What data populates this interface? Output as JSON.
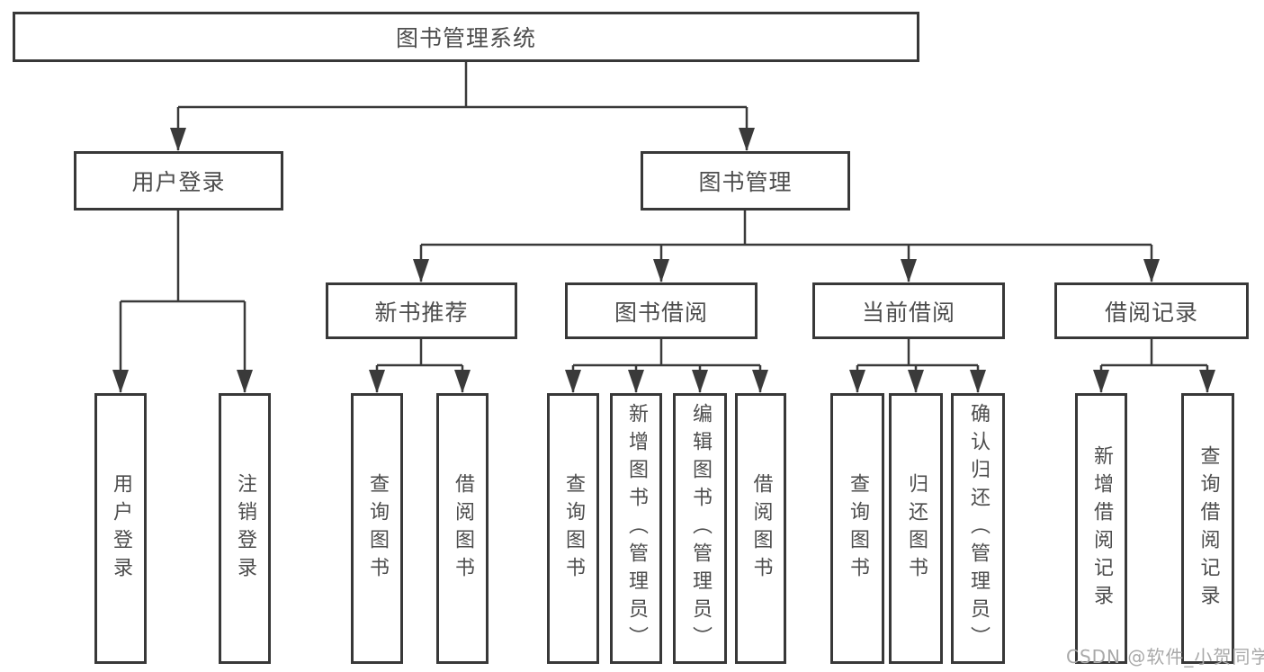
{
  "tree": {
    "label": "图书管理系统",
    "children": [
      {
        "label": "用户登录",
        "children": [
          {
            "label": "用户登录"
          },
          {
            "label": "注销登录"
          }
        ]
      },
      {
        "label": "图书管理",
        "children": [
          {
            "label": "新书推荐",
            "children": [
              {
                "label": "查询图书"
              },
              {
                "label": "借阅图书"
              }
            ]
          },
          {
            "label": "图书借阅",
            "children": [
              {
                "label": "查询图书"
              },
              {
                "label": "新增图书（管理员）"
              },
              {
                "label": "编辑图书（管理员）"
              },
              {
                "label": "借阅图书"
              }
            ]
          },
          {
            "label": "当前借阅",
            "children": [
              {
                "label": "查询图书"
              },
              {
                "label": "归还图书"
              },
              {
                "label": "确认归还（管理员）"
              }
            ]
          },
          {
            "label": "借阅记录",
            "children": [
              {
                "label": "新增借阅记录"
              },
              {
                "label": "查询借阅记录"
              }
            ]
          }
        ]
      }
    ]
  },
  "watermark": {
    "text": "CSDN @软件_小贺同学"
  },
  "colors": {
    "line": "#3a3a3a",
    "box_border": "#383838",
    "text": "#4d4d4d",
    "watermark": "#a9a9a9"
  }
}
